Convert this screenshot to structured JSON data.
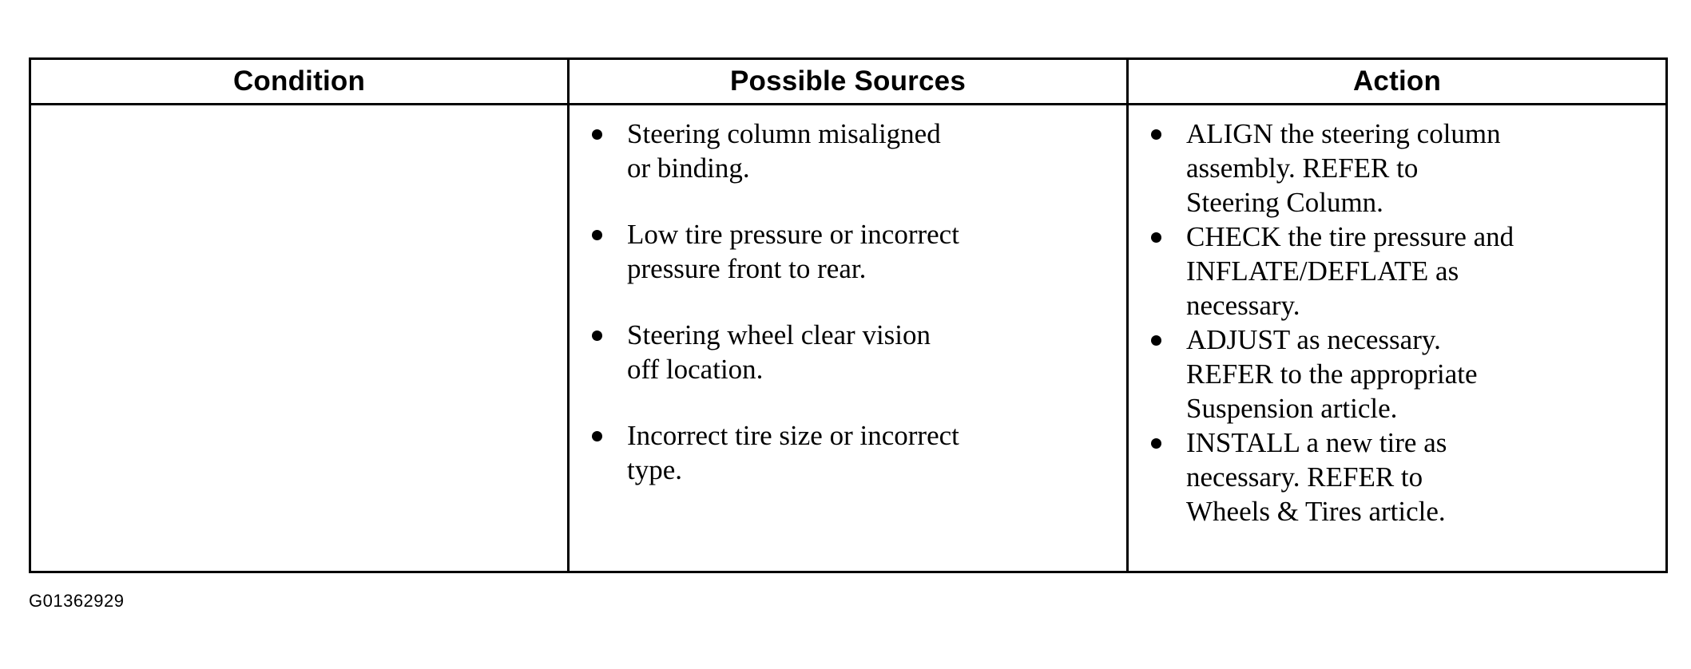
{
  "figure": {
    "caption_id": "G01362929"
  },
  "table": {
    "headers": [
      {
        "label": "Condition"
      },
      {
        "label": "Possible Sources"
      },
      {
        "label": "Action"
      }
    ],
    "rows": [
      {
        "condition": "",
        "possible_sources": [
          "Steering column misaligned\nor binding.",
          "Low tire pressure or incorrect\npressure front to rear.",
          "Steering wheel clear vision\noff location.",
          "Incorrect tire size or incorrect\ntype."
        ],
        "action": [
          "ALIGN the steering column\nassembly. REFER to\nSteering Column.",
          "CHECK the tire pressure and\nINFLATE/DEFLATE as\nnecessary.",
          "ADJUST as necessary.\nREFER to the appropriate\nSuspension article.",
          "INSTALL a new tire as\nnecessary. REFER to\nWheels & Tires article."
        ]
      }
    ]
  },
  "colors": {
    "border": "#000000",
    "text": "#000000",
    "background": "#ffffff"
  }
}
